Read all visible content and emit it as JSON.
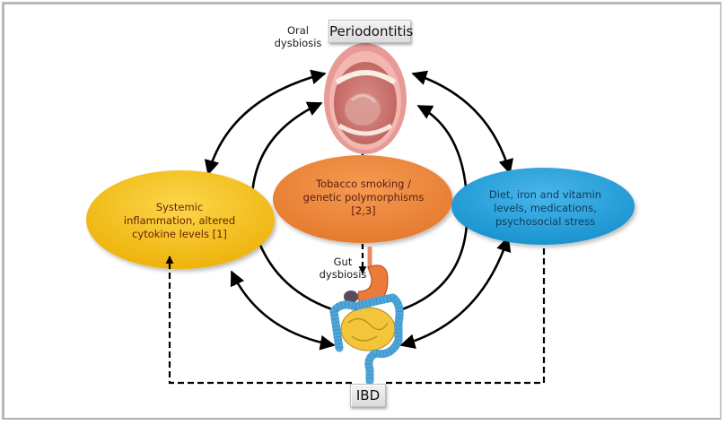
{
  "title_box": "Periodontitis",
  "bottom_box": "IBD",
  "labels": {
    "oral": "Oral dysbiosis",
    "oral_line1": "Oral",
    "oral_line2": "dysbiosis",
    "gut_line1": "Gut",
    "gut_line2": "dysbiosis"
  },
  "nodes": {
    "systemic": {
      "lines": [
        "Systemic",
        "inflammation, altered",
        "cytokine levels [1]"
      ],
      "color": "#f5c016"
    },
    "tobacco": {
      "lines": [
        "Tobacco smoking /",
        "genetic polymorphisms",
        "[2,3]"
      ],
      "color": "#ee8a3c"
    },
    "diet": {
      "lines": [
        "Diet, iron and vitamin",
        "levels, medications,",
        "psychosocial stress"
      ],
      "color": "#2aa3dc"
    }
  },
  "illustrations": {
    "top": "open-mouth",
    "bottom": "gastrointestinal-tract"
  },
  "connections": [
    {
      "from": "mouth",
      "to": "systemic",
      "style": "solid",
      "arrows": "both"
    },
    {
      "from": "mouth",
      "to": "diet",
      "style": "solid",
      "arrows": "both"
    },
    {
      "from": "systemic",
      "to": "gut",
      "style": "solid",
      "arrows": "both"
    },
    {
      "from": "diet",
      "to": "gut",
      "style": "solid",
      "arrows": "both"
    },
    {
      "from": "gut",
      "to": "mouth",
      "style": "solid",
      "arrows": "end",
      "side": "left-inner"
    },
    {
      "from": "gut",
      "to": "mouth",
      "style": "solid",
      "arrows": "end",
      "side": "right-inner"
    },
    {
      "from": "tobacco",
      "to": "mouth",
      "style": "dashed",
      "arrows": "end"
    },
    {
      "from": "tobacco",
      "to": "gut",
      "style": "dashed",
      "arrows": "end"
    },
    {
      "from": "IBD",
      "to": "systemic",
      "style": "dashed",
      "arrows": "end"
    },
    {
      "from": "diet",
      "to": "IBD",
      "style": "dashed",
      "arrows": "none"
    }
  ],
  "colors": {
    "arrow": "#000000",
    "systemic_fill": "#f5c016",
    "tobacco_fill": "#ee8a3c",
    "diet_fill": "#2aa3dc",
    "mouth_lip": "#e58a88",
    "colon": "#4fa6d8",
    "small_intestine": "#f3c53a",
    "stomach": "#ec7a3a"
  }
}
